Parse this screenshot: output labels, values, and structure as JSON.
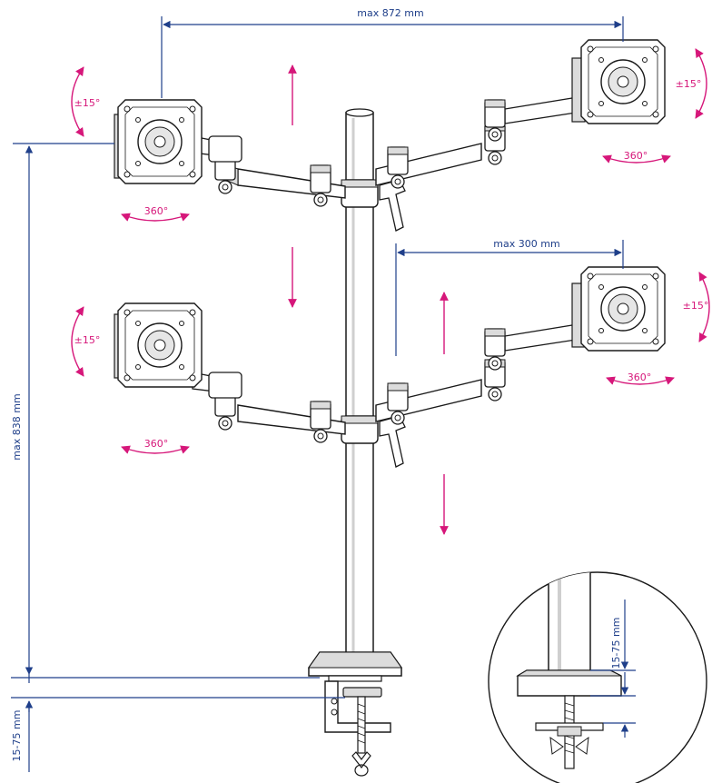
{
  "colors": {
    "dimension_line": "#1f3f8a",
    "rotation_arrow": "#d6177a",
    "outline": "#1a1a1a",
    "fill": "#ffffff",
    "shade": "#dcdcdc"
  },
  "labels": {
    "total_width": "max 872 mm",
    "total_height": "max 838 mm",
    "arm_reach": "max 300 mm",
    "desk_thickness": "15-75 mm",
    "detail_thickness": "15-75 mm",
    "tilt_top_left": "±15°",
    "tilt_top_right": "±15°",
    "tilt_bottom_left": "±15°",
    "tilt_bottom_right": "±15°",
    "rotate_top_left": "360°",
    "rotate_top_right": "360°",
    "rotate_bottom_left": "360°",
    "rotate_bottom_right": "360°"
  }
}
